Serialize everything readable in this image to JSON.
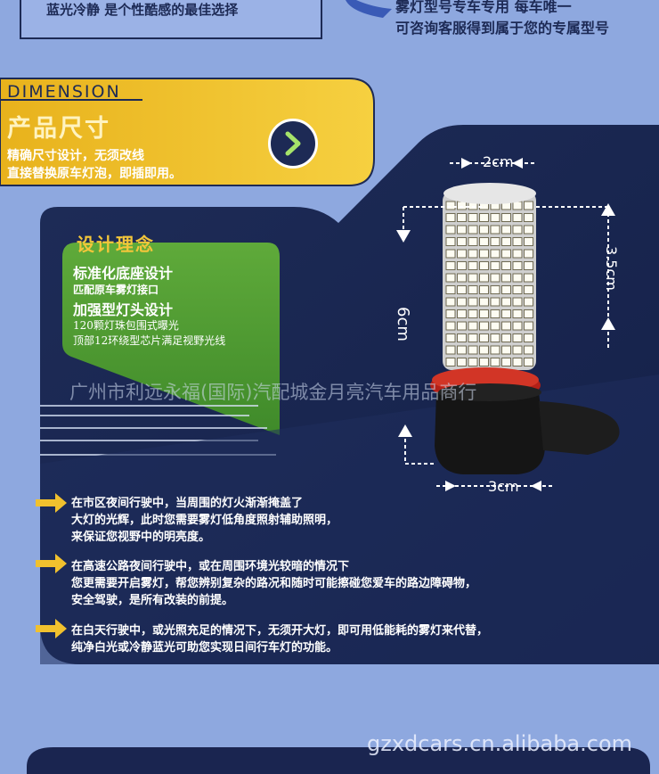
{
  "top": {
    "left_line1": "",
    "left_line2": "蓝光冷静  是个性酷感的最佳选择",
    "right_line1": "雾灯型号专车专用  每车唯一",
    "right_line2": "可咨询客服得到属于您的专属型号"
  },
  "dimension": {
    "label": "DIMENSION",
    "title": "产品尺寸",
    "sub1": "精确尺寸设计，无须改线",
    "sub2": "直接替换原车灯泡，即插即用。"
  },
  "design": {
    "title": "设计理念",
    "h1": "标准化底座设计",
    "s1": "匹配原车雾灯接口",
    "h2": "加强型灯头设计",
    "s2": "120颗灯珠包围式曝光",
    "s3": "顶部12环绕型芯片满足视野光线"
  },
  "dims": {
    "top_width": "2cm",
    "head_height": "3.5cm",
    "total_height": "6cm",
    "base_width": "3cm"
  },
  "watermarks": {
    "shop": "广州市利远永福(国际)汽配城金月亮汽车用品商行",
    "site": "gzxdcars.cn.alibaba.com"
  },
  "bullets": [
    {
      "l1": "在市区夜间行驶中，当周围的灯火渐渐掩盖了",
      "l2": "大灯的光辉，此时您需要雾灯低角度照射辅助照明，",
      "l3": "来保证您视野中的明亮度。"
    },
    {
      "l1": "在高速公路夜间行驶中，或在周围环境光较暗的情况下",
      "l2": "您更需要开启雾灯，帮您辨别复杂的路况和随时可能擦碰您爱车的路边障碍物，",
      "l3": "安全驾驶，是所有改装的前提。"
    },
    {
      "l1": "在白天行驶中，或光照充足的情况下，无须开大灯，即可用低能耗的雾灯来代替，",
      "l2": "纯净白光或冷静蓝光可助您实现日间行车灯的功能。",
      "l3": ""
    }
  ],
  "colors": {
    "background": "#8ea8df",
    "navy": "#1d2a55",
    "gold": "#f1c12e",
    "green": "#5aa437"
  }
}
